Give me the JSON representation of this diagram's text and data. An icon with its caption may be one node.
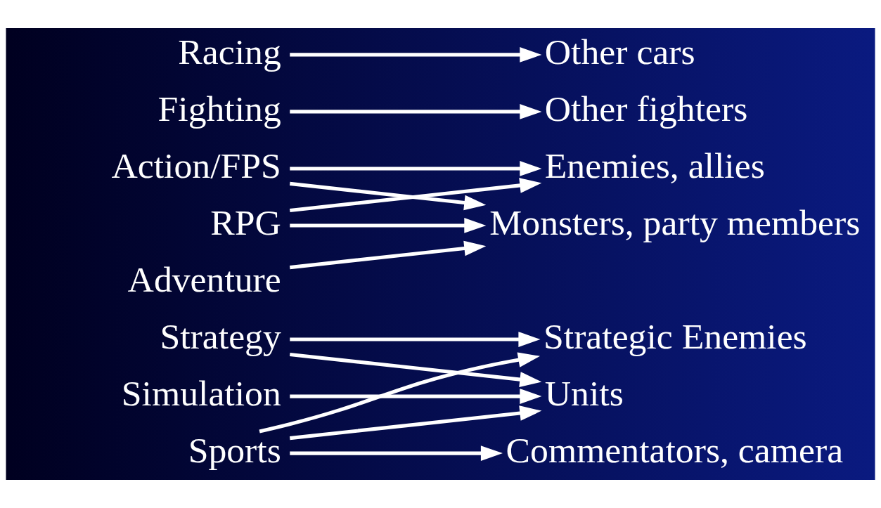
{
  "diagram": {
    "nodes": [
      {
        "text": [
          "Racing"
        ]
      },
      {
        "text": [
          "Fighting"
        ]
      },
      {
        "text": [
          "Action/FPS"
        ]
      },
      {
        "text": [
          "RPG"
        ]
      },
      {
        "text": [
          "Adventure"
        ]
      },
      {
        "text": [
          "Strategy"
        ]
      },
      {
        "text": [
          "Simulation"
        ]
      },
      {
        "text": [
          "Sports"
        ]
      },
      {
        "text": [
          "Other cars"
        ]
      },
      {
        "text": [
          "Other fighters"
        ]
      },
      {
        "text": [
          "Enemies, allies"
        ]
      },
      {
        "text": [
          "Monsters, party members"
        ]
      },
      {
        "text": [
          "Strategic Enemies"
        ]
      },
      {
        "text": [
          "Units"
        ]
      },
      {
        "text": [
          "Commentators, camera"
        ]
      }
    ],
    "edges": [
      {
        "from": 0,
        "to": 8,
        "arrow": "to"
      },
      {
        "from": 1,
        "to": 9,
        "arrow": "to"
      },
      {
        "from": 2,
        "to": 10,
        "arrow": "to"
      },
      {
        "from": 2,
        "to": 11,
        "arrow": "to"
      },
      {
        "from": 3,
        "to": 10,
        "arrow": "to"
      },
      {
        "from": 3,
        "to": 11,
        "arrow": "to"
      },
      {
        "from": 4,
        "to": 11,
        "arrow": "to"
      },
      {
        "from": 5,
        "to": 12,
        "arrow": "to"
      },
      {
        "from": 5,
        "to": 13,
        "arrow": "to"
      },
      {
        "from": 6,
        "to": 13,
        "arrow": "to"
      },
      {
        "from": 7,
        "to": 12,
        "arrow": "to"
      },
      {
        "from": 7,
        "to": 13,
        "arrow": "to"
      },
      {
        "from": 7,
        "to": 14,
        "arrow": "to"
      }
    ]
  }
}
